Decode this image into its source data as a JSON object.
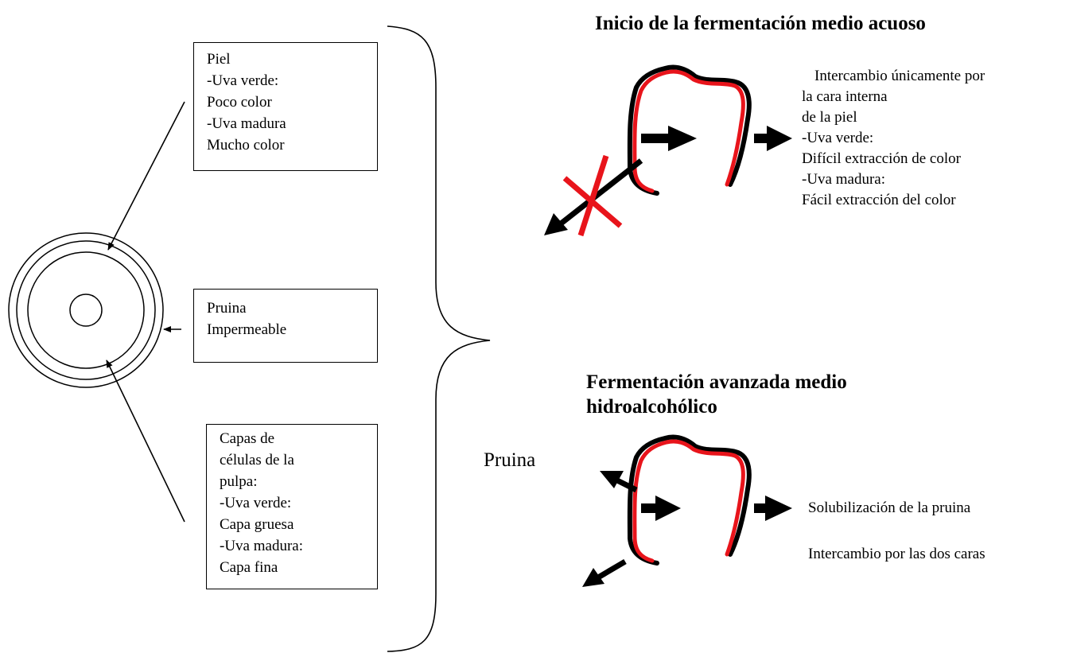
{
  "piel_box": {
    "lines": [
      "Piel",
      "-Uva verde:",
      "Poco color",
      "-Uva madura",
      "Mucho color"
    ]
  },
  "pruina_box": {
    "lines": [
      "Pruina",
      "Impermeable"
    ]
  },
  "pulpa_box": {
    "lines": [
      "Capas de",
      "células de la",
      "pulpa:",
      "-Uva verde:",
      "Capa gruesa",
      "-Uva madura:",
      "Capa fina"
    ]
  },
  "pruina_label": "Pruina",
  "section_initial": {
    "heading": "Inicio de la fermentación medio acuoso",
    "description": [
      "Intercambio únicamente por",
      "la cara interna",
      "de la piel",
      "-Uva verde:",
      "Difícil extracción de color",
      "-Uva madura:",
      "Fácil extracción del color"
    ]
  },
  "section_advanced": {
    "heading_lines": [
      "Fermentación avanzada medio",
      "hidroalcohólico"
    ],
    "description": [
      "Solubilización de la pruina",
      "",
      "Intercambio por las dos caras"
    ]
  },
  "colors": {
    "skin": "#e8141b",
    "outline": "#000000",
    "blocked_mark": "#e8141b"
  }
}
